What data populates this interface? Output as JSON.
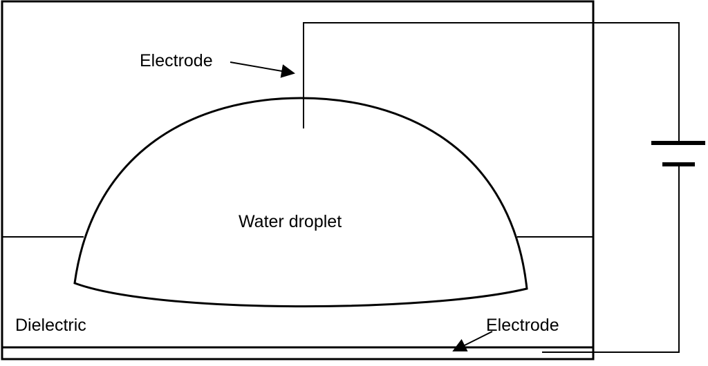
{
  "labels": {
    "electrode_top": "Electrode",
    "water_droplet": "Water droplet",
    "dielectric": "Dielectric",
    "electrode_bottom": "Electrode"
  },
  "colors": {
    "stroke": "#000000",
    "background": "#ffffff"
  }
}
